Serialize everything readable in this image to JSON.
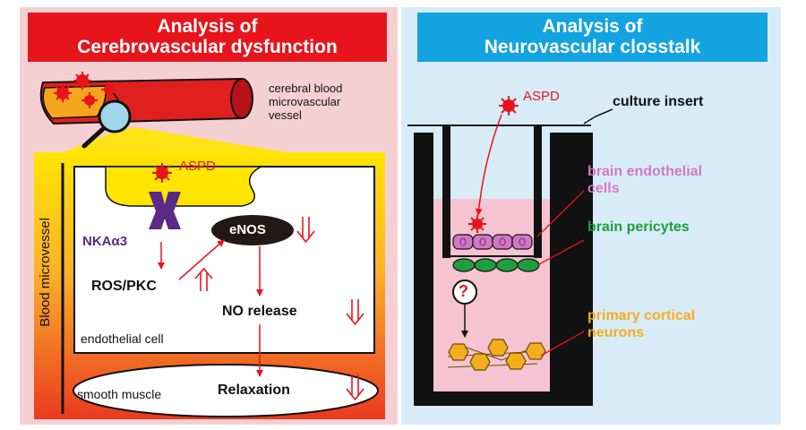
{
  "left_panel": {
    "title_line1": "Analysis of",
    "title_line2": "Cerebrovascular dysfunction",
    "vessel_label_line1": "cerebral blood",
    "vessel_label_line2": "microvascular",
    "vessel_label_line3": "vessel",
    "vertical_label": "Blood microvessel",
    "aspd": "ASPD",
    "nka": "NKAα3",
    "enos": "eNOS",
    "ros_pkc": "ROS/PKC",
    "no_release": "NO release",
    "endothelial_cell": "endothelial cell",
    "smooth_muscle": "smooth muscle",
    "relaxation": "Relaxation"
  },
  "right_panel": {
    "title_line1": "Analysis of",
    "title_line2": "Neurovascular closstalk",
    "aspd": "ASPD",
    "culture_insert": "culture insert",
    "endothelial_line1": "brain endothelial",
    "endothelial_line2": "cells",
    "pericytes": "brain pericytes",
    "neurons_line1": "primary cortical",
    "neurons_line2": "neurons",
    "question": "?"
  },
  "colors": {
    "left_bg": "#f5d0d3",
    "right_bg": "#d8ecf8",
    "left_title": "#e8141c",
    "right_title": "#13a3e0",
    "aspd_red": "#e8141c",
    "nka_purple": "#5a2a86",
    "endothelial_pink": "#d178c4",
    "pericyte_green": "#1f9e3e",
    "neuron_orange": "#f4ae1d"
  }
}
